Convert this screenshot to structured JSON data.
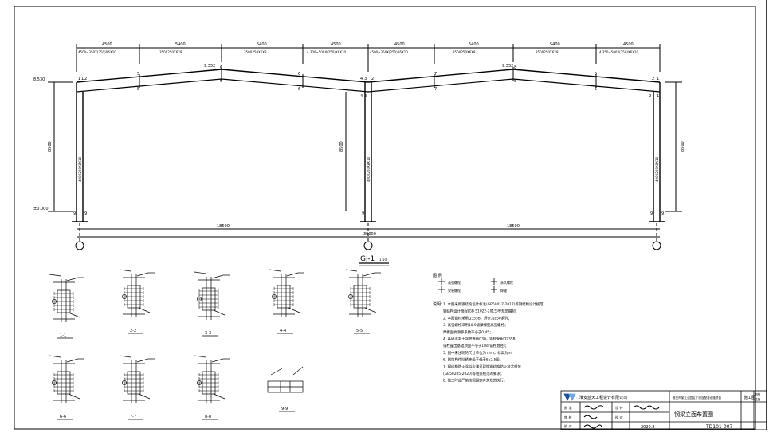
{
  "frame_title": "GJ-1",
  "frame_scale": "1:50",
  "top_dims": [
    "4500",
    "5400",
    "5400",
    "4500",
    "4500",
    "5400",
    "5400",
    "4500"
  ],
  "top_subdims": [
    "4500~350X(250)X6X10",
    "350X250X6X8",
    "350X250X6X8",
    "4,300~500X(250)X6X10",
    "4500~350X(250)X6X10",
    "350X250X6X8",
    "350X250X6X8",
    "4,350~500X(250)X6X10"
  ],
  "elev_eave": "8.530",
  "elev_ridge1": "9.352",
  "elev_ridge2": "9.352",
  "elev_ground": "±0.000",
  "height_dim": "8500",
  "column_label": "400X200X8X10",
  "span_dims": [
    "18500",
    "18500"
  ],
  "total_dim": "39000",
  "node_labels": [
    "1",
    "1",
    "2",
    "5",
    "5",
    "6",
    "6",
    "6",
    "6",
    "4",
    "3",
    "2",
    "4",
    "3",
    "7",
    "7",
    "8",
    "8",
    "5",
    "5",
    "2",
    "1",
    "2",
    "1",
    "9",
    "9",
    "9",
    "9",
    "9"
  ],
  "sections": [
    {
      "label": "1-1"
    },
    {
      "label": "2-2"
    },
    {
      "label": "3-3"
    },
    {
      "label": "4-4"
    },
    {
      "label": "5-5"
    },
    {
      "label": "6-6"
    },
    {
      "label": "7-7"
    },
    {
      "label": "8-8"
    },
    {
      "label": "9-9"
    }
  ],
  "notes": {
    "legend_title": "图 例",
    "legend_items": [
      "高强螺栓",
      "安装螺栓",
      "永久螺栓",
      "焊缝"
    ],
    "heading": "说明：",
    "lines": [
      "1. 本图采用钢结构设计标准(GB50017-2017)等钢结构设计规范",
      "   钢结构设计规程(GB 51022-2015)等规范编制；",
      "2. 本图钢材采用Q355B，焊条为E50系列；",
      "3. 高强螺栓采用10.9级摩擦型高强螺栓；",
      "   摩擦面抗滑移系数不小于0.45；",
      "4. 基础混凝土强度等级C30，锚栓采用Q235B；",
      "   锚栓露出基础顶面不小于18d(锚栓直径)；",
      "5. 图中未注明的尺寸单位为 mm，标高为m；",
      "6. 刚架构件除锈等级不低于Sa2.5级；",
      "7. 钢结构防火涂料应满足建筑钢结构防火技术规范",
      "   (GB50205-2020)等相关规范的要求；",
      "8. 施工时应严格按照国家有关规范执行。"
    ]
  },
  "titleblock": {
    "company": "淮安蓝天工程设计有限公司",
    "project": "淮安市某工业园区厂房及配套设施项目",
    "phase": "施工图",
    "drawing_title": "钢梁立面布置图",
    "drawing_no": "TD101-007",
    "date": "2020.8",
    "row_labels": [
      "批 准",
      "审 核",
      "校 对"
    ],
    "mid_labels": [
      "设 计",
      "校 对",
      ""
    ],
    "cat_label": "图别",
    "cat_value": "结施"
  }
}
